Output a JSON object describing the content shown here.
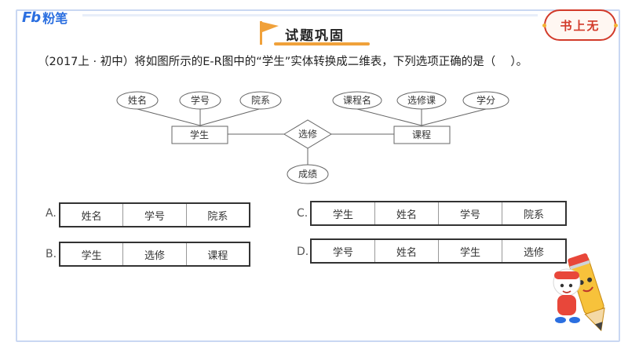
{
  "brand": {
    "logo_text": "Fb",
    "name": "粉笔"
  },
  "section_title": "试题巩固",
  "badge": "书上无",
  "question": "（2017上 · 初中）将如图所示的E-R图中的“学生”实体转换成二维表，下列选项正确的是（　 ）。",
  "er_diagram": {
    "student_attrs": [
      "姓名",
      "学号",
      "院系"
    ],
    "course_attrs": [
      "课程名",
      "选修课",
      "学分"
    ],
    "entity_student": "学生",
    "relationship": "选修",
    "entity_course": "课程",
    "relationship_attr": "成绩"
  },
  "options": [
    {
      "letter": "A.",
      "cells": [
        "姓名",
        "学号",
        "院系"
      ]
    },
    {
      "letter": "B.",
      "cells": [
        "学生",
        "选修",
        "课程"
      ]
    },
    {
      "letter": "C.",
      "cells": [
        "学生",
        "姓名",
        "学号",
        "院系"
      ]
    },
    {
      "letter": "D.",
      "cells": [
        "学号",
        "姓名",
        "学生",
        "选修"
      ]
    }
  ],
  "colors": {
    "accent": "#2b6fe0",
    "title_flag": "#f0a13a",
    "badge": "#d23a2a"
  }
}
